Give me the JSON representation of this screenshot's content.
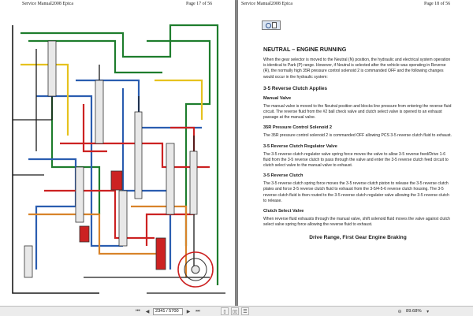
{
  "left_page": {
    "header_title": "Service Manual2008 Epica",
    "header_page": "Page 17 of 56"
  },
  "right_page": {
    "header_title": "Service Manual2008 Epica",
    "header_page": "Page 18 of 56",
    "heading": "NEUTRAL – ENGINE RUNNING",
    "intro": "When the gear selector is moved to the Neutral (N) position, the hydraulic and electrical system operation is identical to Park (P) range. However, if Neutral is selected after the vehicle was operating in Reverse (R), the normally high 35R pressure control solenoid 2 is commanded OFF and the following changes would occur in the hydraulic system:",
    "subheading": "3-5 Reverse Clutch Applies",
    "sections": [
      {
        "title": "Manual Valve",
        "body": "The manual valve is moved to the Neutral position and blocks line pressure from entering the reverse fluid circuit. The reverse fluid from the #2 ball check valve and clutch select valve is opened to an exhaust passage at the manual valve."
      },
      {
        "title": "35R Pressure Control Solenoid 2",
        "body": "The 35R pressure control solenoid 2 is commanded OFF allowing PCS 3-5 reverse clutch fluid to exhaust."
      },
      {
        "title": "3-5 Reverse Clutch Regulator Valve",
        "body": "The 3-5 reverse clutch regulator valve spring force moves the valve to allow 3-5 reverse feed/Drive 1-6 fluid from the 3-5 reverse clutch to pass through the valve and enter the 3-5 reverse clutch feed circuit to clutch select valve to the manual valve to exhaust."
      },
      {
        "title": "3-5 Reverse Clutch",
        "body": "The 3-5 reverse clutch spring force moves the 3-5 reverse clutch piston to release the 3-5 reverse clutch plates and force 3-5 reverse clutch fluid to exhaust from the 3-5/4-5-6 reverse clutch housing. The 3-5 reverse clutch fluid is then routed to the 3-5 reverse clutch regulator valve allowing the 3-5 reverse clutch to release."
      },
      {
        "title": "Clutch Select Valve",
        "body": "When reverse fluid exhausts through the manual valve, shift solenoid fluid moves the valve against clutch select valve spring force allowing the reverse fluid to exhaust."
      }
    ],
    "footer_heading": "Drive Range, First Gear Engine Braking"
  },
  "statusbar": {
    "first_icon": "first-page-icon",
    "prev_icon": "prev-page-icon",
    "page_value": "2341 / 5700",
    "next_icon": "next-page-icon",
    "last_icon": "last-page-icon",
    "zoom_value": "89.68%"
  },
  "colors": {
    "red": "#cc2222",
    "green": "#1e7d2d",
    "blue": "#2a5db0",
    "orange": "#d8832a",
    "yellow": "#e6c21e",
    "dark": "#1a1a1a"
  }
}
